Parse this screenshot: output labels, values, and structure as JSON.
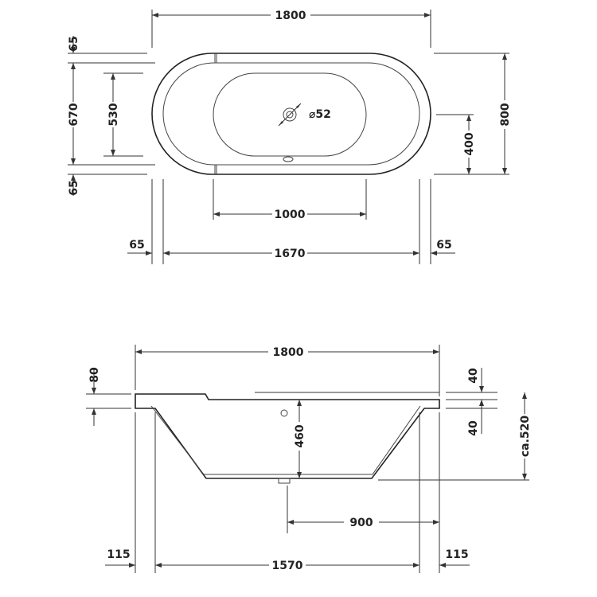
{
  "top_view": {
    "overall_length": "1800",
    "overall_width": "800",
    "inner_length": "1670",
    "inner_width": "670",
    "basin_width": "530",
    "rim_top": "65",
    "rim_bottom": "65",
    "rim_left": "65",
    "rim_right": "65",
    "basin_flat_length": "1000",
    "drain_offset": "400",
    "drain_diameter": "⌀52"
  },
  "side_view": {
    "overall_length": "1800",
    "rim_height": "80",
    "rim_right_upper": "40",
    "rim_right_lower": "40",
    "depth": "460",
    "total_height": "ca.520",
    "bottom_length": "900",
    "base_length": "1570",
    "foot_left": "115",
    "foot_right": "115"
  }
}
